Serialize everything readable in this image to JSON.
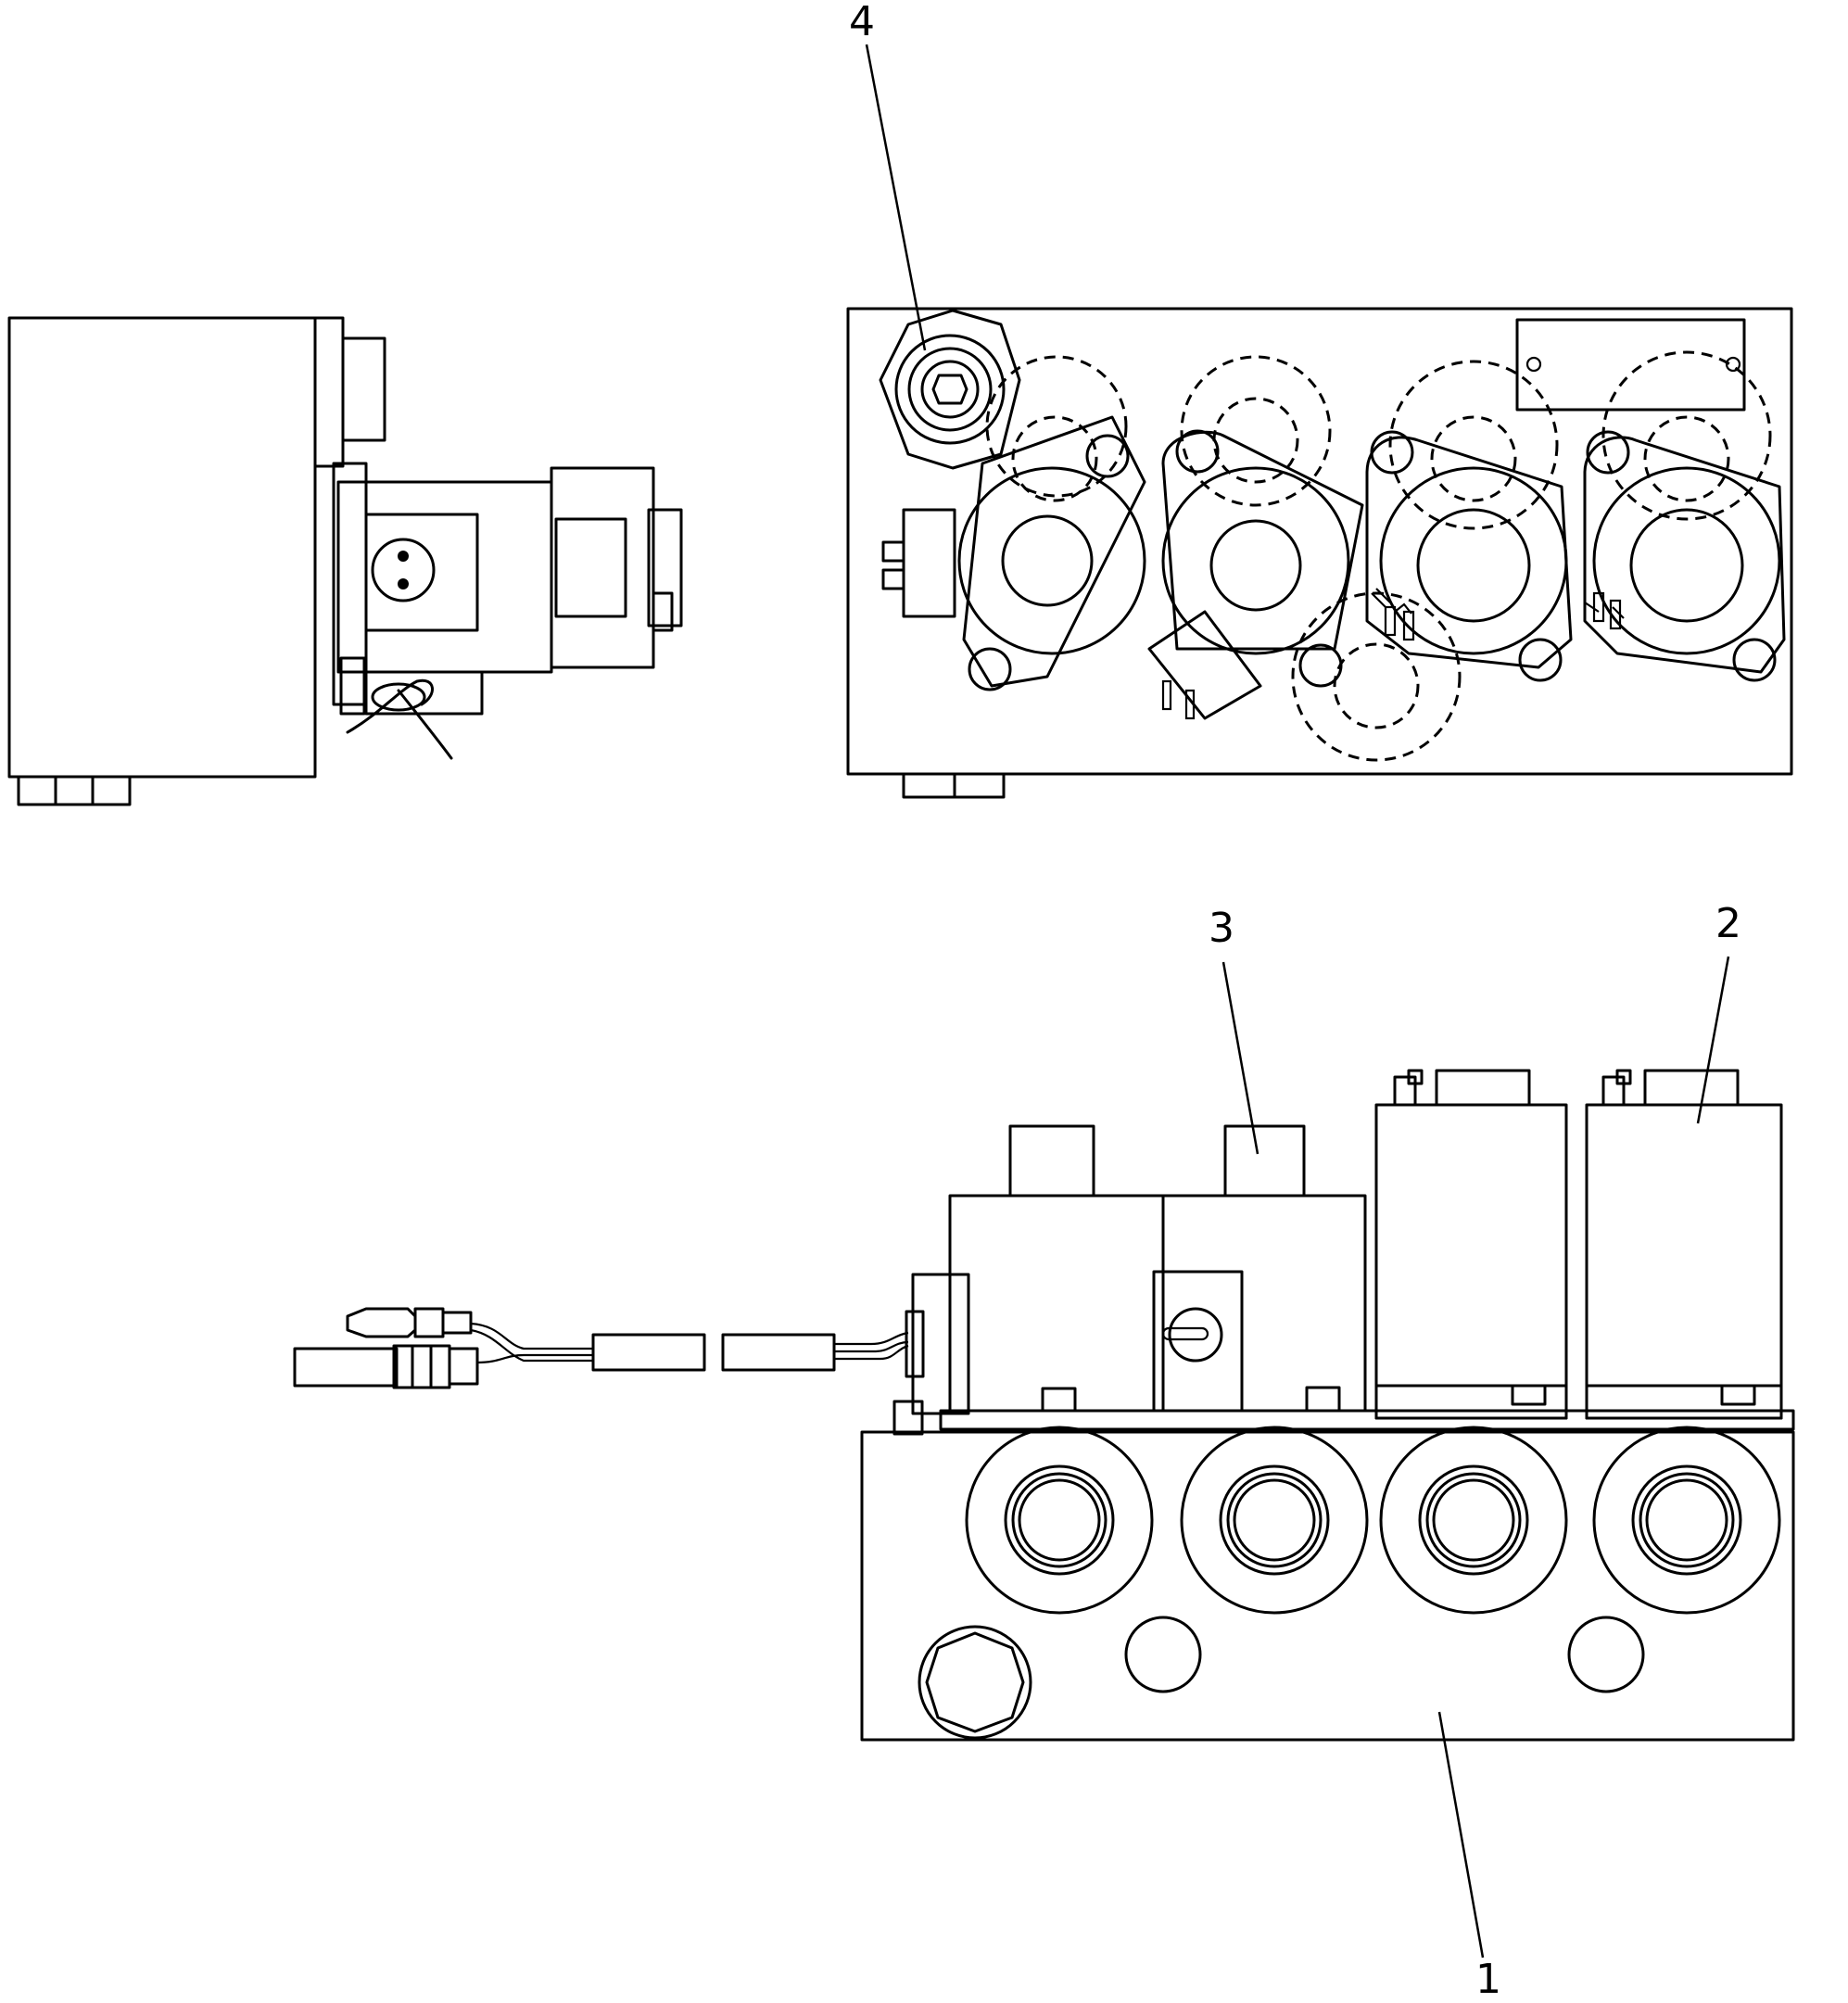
{
  "diagram": {
    "views": [
      {
        "id": "side-view"
      },
      {
        "id": "top-view"
      },
      {
        "id": "front-view"
      }
    ],
    "callouts": [
      {
        "label": "4",
        "part": "plug"
      },
      {
        "label": "3",
        "part": "solenoid-valve-a"
      },
      {
        "label": "2",
        "part": "solenoid-valve-b"
      },
      {
        "label": "1",
        "part": "valve-block"
      }
    ]
  }
}
